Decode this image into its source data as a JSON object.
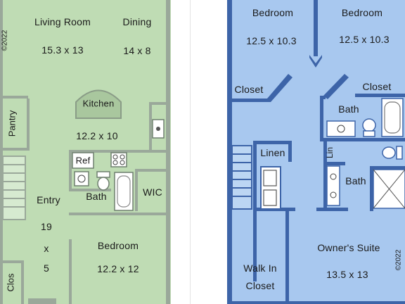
{
  "left_plan": {
    "fill_color": "#bfdcb4",
    "wall_color": "#9aa89a",
    "copyright": "©2022",
    "rooms": {
      "living_room": {
        "name": "Living Room",
        "size": "15.3 x 13"
      },
      "dining": {
        "name": "Dining",
        "size": "14 x 8"
      },
      "kitchen": {
        "name": "Kitchen",
        "size": "12.2 x 10"
      },
      "pantry": {
        "name": "Pantry"
      },
      "ref": {
        "name": "Ref"
      },
      "bath": {
        "name": "Bath"
      },
      "wic": {
        "name": "WIC"
      },
      "entry": {
        "name": "Entry",
        "size_width": "19",
        "size_x": "x",
        "size_depth": "5"
      },
      "bedroom": {
        "name": "Bedroom",
        "size": "12.2 x 12"
      },
      "closet": {
        "name": "Clos"
      }
    }
  },
  "right_plan": {
    "fill_color": "#a8c8ef",
    "wall_color": "#3d64a8",
    "copyright": "©2022",
    "rooms": {
      "bedroom_left": {
        "name": "Bedroom",
        "size": "12.5 x 10.3"
      },
      "bedroom_right": {
        "name": "Bedroom",
        "size": "12.5 x 10.3"
      },
      "closet_left": {
        "name": "Closet"
      },
      "closet_right": {
        "name": "Closet"
      },
      "bath_upper": {
        "name": "Bath"
      },
      "linen": {
        "name": "Linen"
      },
      "lin": {
        "name": "Lin"
      },
      "bath_owner": {
        "name": "Bath"
      },
      "owners_suite": {
        "name": "Owner's Suite",
        "size": "13.5 x 13"
      },
      "walk_in_closet": {
        "name": "Walk In",
        "name_line2": "Closet"
      }
    }
  }
}
